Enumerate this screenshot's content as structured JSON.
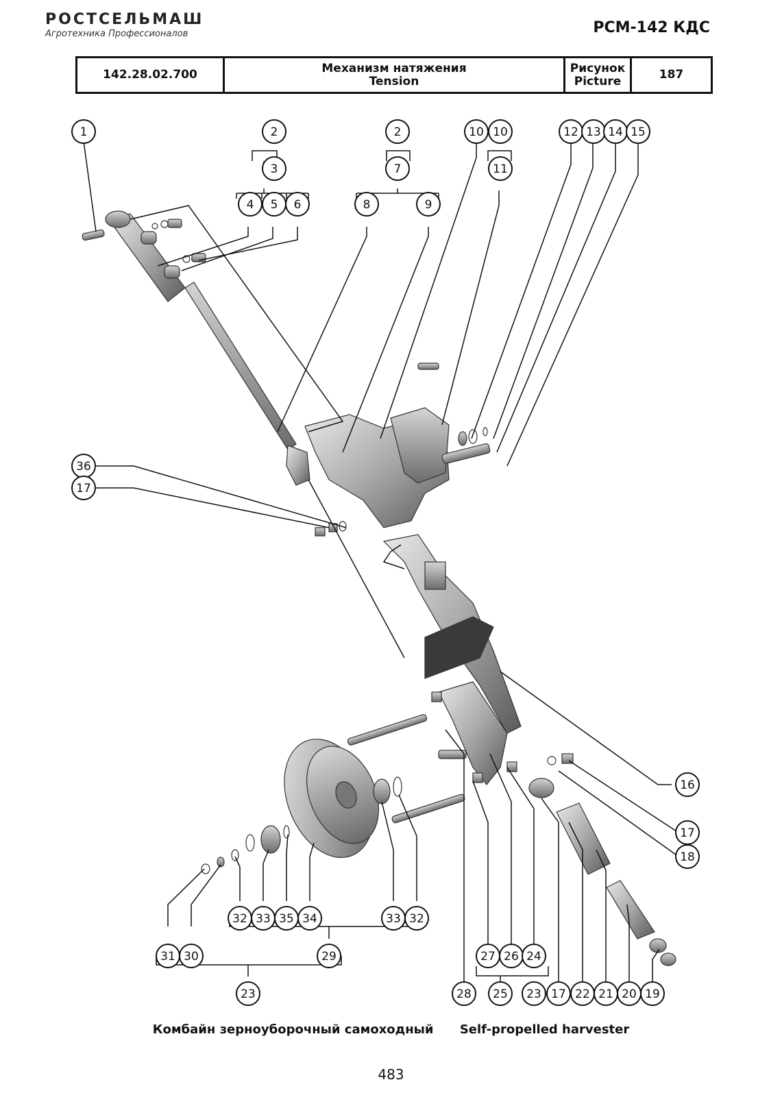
{
  "header": {
    "logo_name": "РОСТСЕЛЬМАШ",
    "logo_tagline": "Агротехника Профессионалов",
    "model": "РСМ-142 КДС"
  },
  "title_block": {
    "part_number": "142.28.02.700",
    "name_ru": "Механизм натяжения",
    "name_en": "Tension",
    "figure_label_ru": "Рисунок",
    "figure_label_en": "Picture",
    "figure_number": "187"
  },
  "callouts": [
    "1",
    "2",
    "3",
    "4",
    "5",
    "6",
    "2",
    "7",
    "8",
    "9",
    "10",
    "10",
    "11",
    "12",
    "13",
    "14",
    "15",
    "36",
    "17",
    "16",
    "17",
    "18",
    "32",
    "33",
    "35",
    "34",
    "33",
    "32",
    "29",
    "31",
    "30",
    "23",
    "27",
    "26",
    "24",
    "28",
    "25",
    "23",
    "17",
    "22",
    "21",
    "20",
    "19"
  ],
  "footer": {
    "caption_ru": "Комбайн зерноуборочный самоходный",
    "caption_en": "Self-propelled harvester",
    "page_number": "483"
  }
}
